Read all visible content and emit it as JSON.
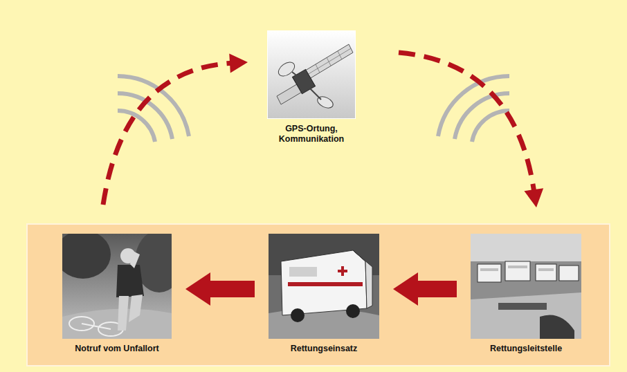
{
  "diagram": {
    "nodes": [
      {
        "text": [
          "GPS-Ortung, Kommunikation"
        ]
      },
      {
        "text": [
          "Notruf vom Unfallort"
        ]
      },
      {
        "text": [
          "Rettungseinsatz"
        ]
      },
      {
        "text": [
          "Rettungsleitstelle"
        ]
      }
    ],
    "edges": [
      {
        "from": 1,
        "to": 0,
        "arrow": "to"
      },
      {
        "from": 0,
        "to": 3,
        "arrow": "to"
      },
      {
        "from": 3,
        "to": 2,
        "arrow": "to"
      },
      {
        "from": 2,
        "to": 1,
        "arrow": "to"
      }
    ]
  }
}
